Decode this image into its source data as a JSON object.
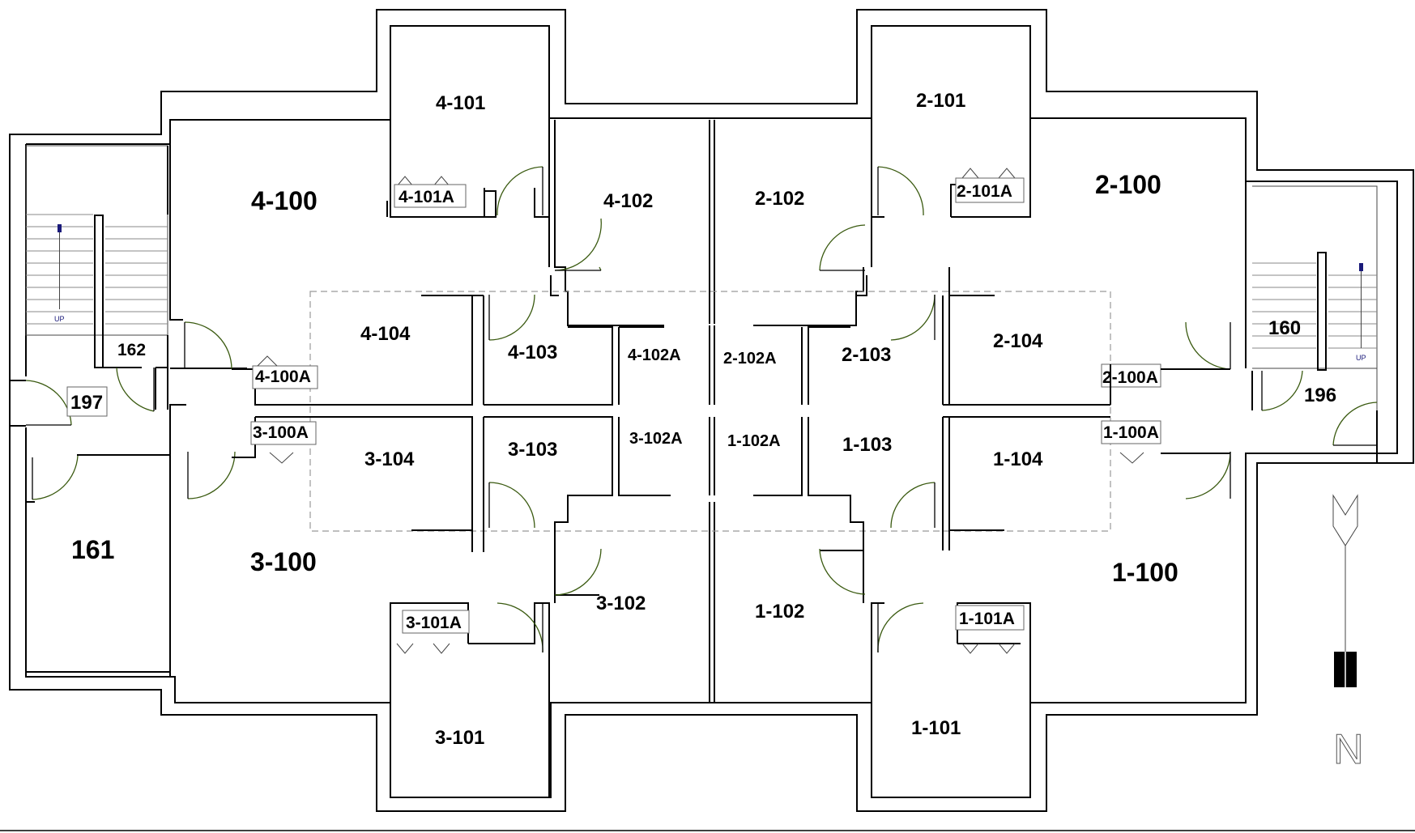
{
  "rooms": {
    "r4_100": "4-100",
    "r4_101": "4-101",
    "r4_101A": "4-101A",
    "r4_102": "4-102",
    "r4_102A": "4-102A",
    "r4_103": "4-103",
    "r4_104": "4-104",
    "r4_100A": "4-100A",
    "r2_100": "2-100",
    "r2_101": "2-101",
    "r2_101A": "2-101A",
    "r2_102": "2-102",
    "r2_102A": "2-102A",
    "r2_103": "2-103",
    "r2_104": "2-104",
    "r2_100A": "2-100A",
    "r3_100": "3-100",
    "r3_101": "3-101",
    "r3_101A": "3-101A",
    "r3_102": "3-102",
    "r3_102A": "3-102A",
    "r3_103": "3-103",
    "r3_104": "3-104",
    "r3_100A": "3-100A",
    "r1_100": "1-100",
    "r1_101": "1-101",
    "r1_101A": "1-101A",
    "r1_102": "1-102",
    "r1_102A": "1-102A",
    "r1_103": "1-103",
    "r1_104": "1-104",
    "r1_100A": "1-100A",
    "r160": "160",
    "r161": "161",
    "r162": "162",
    "r196": "196",
    "r197": "197"
  },
  "stairs": {
    "up_west": "UP",
    "up_east": "UP"
  },
  "north": {
    "label": "N"
  },
  "colors": {
    "wall": "#000000",
    "door": "#3a5a10",
    "dashed": "#999999",
    "stair_marker": "#1a1a7a"
  }
}
